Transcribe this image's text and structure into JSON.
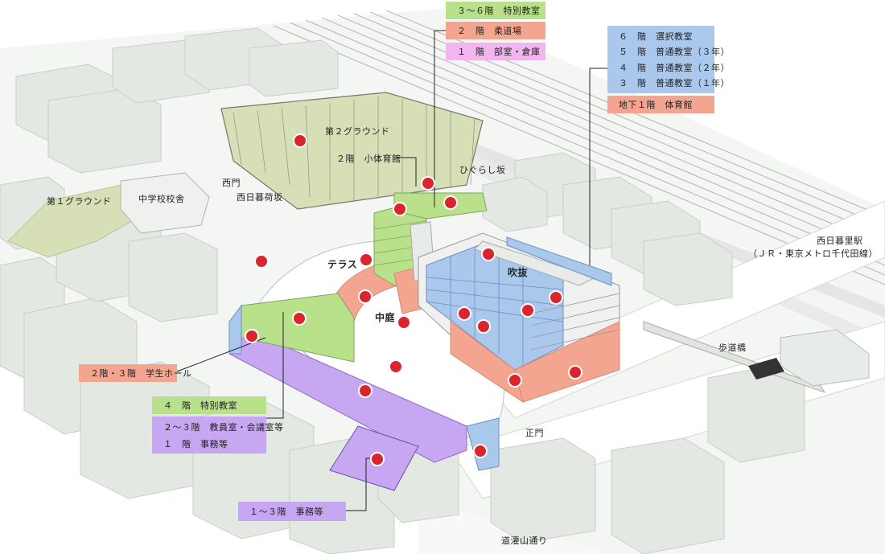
{
  "colors": {
    "green": "#b9e08a",
    "salmon": "#f4a58f",
    "pink": "#f3b5ee",
    "blue": "#a9c8ec",
    "purple": "#c7a6f2",
    "ground": "#d6dfb6",
    "marker": "#d9252b"
  },
  "map_labels": {
    "ground2": "第２グラウンド",
    "small_gym": "２階　小体育館",
    "higurashi": "ひぐらし坂",
    "west_gate": "西門",
    "slope": "⻄日暮荷坂",
    "ground1": "第１グラウンド",
    "jhs": "中学校校舎",
    "terrace": "テラス",
    "fukinuke": "吹抜",
    "courtyard": "中庭",
    "station_name": "西日暮里駅",
    "station_lines": "（ＪＲ・東京メトロ千代田線）",
    "footbridge": "歩道橋",
    "main_gate": "正門",
    "road": "道灌山通り"
  },
  "legend": {
    "tower": [
      {
        "text": "３〜６階　特別教室",
        "color": "green"
      },
      {
        "text": "２　階　柔道場",
        "color": "salmon"
      },
      {
        "text": "１　階　部室・倉庫",
        "color": "pink"
      }
    ],
    "main": [
      {
        "text": "６　階　選択教室",
        "color": "blue"
      },
      {
        "text": "５　階　普通教室（３年）",
        "color": "blue"
      },
      {
        "text": "４　階　普通教室（２年）",
        "color": "blue"
      },
      {
        "text": "３　階　普通教室（１年）",
        "color": "blue"
      },
      {
        "text": "地下１階　体育館",
        "color": "salmon"
      }
    ],
    "hall": [
      {
        "text": "２階・３階　学生ホール",
        "color": "salmon"
      }
    ],
    "front": [
      {
        "text": "４　階　特別教室",
        "color": "green"
      },
      {
        "text": "２〜３階　教員室・会議室等",
        "color": "purple"
      },
      {
        "text": "１　階　事務等",
        "color": "purple"
      }
    ],
    "annex": [
      {
        "text": "１〜３階　事務等",
        "color": "purple"
      }
    ]
  }
}
